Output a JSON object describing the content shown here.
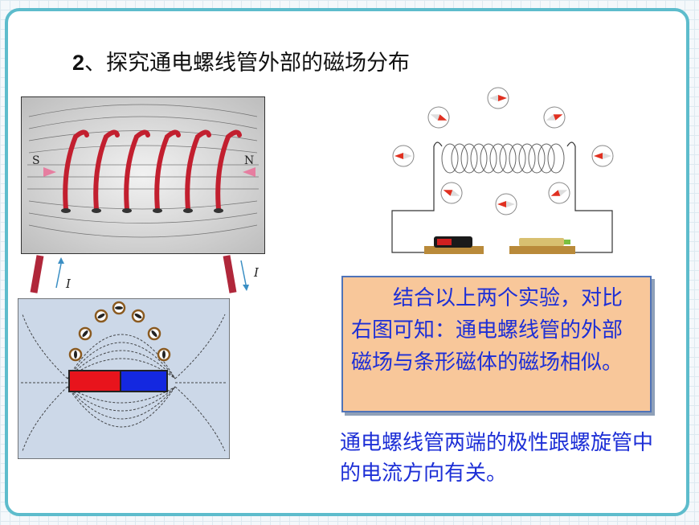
{
  "title": {
    "number": "2",
    "text": "、探究通电螺线管外部的磁场分布"
  },
  "coil_photo": {
    "pole_left": "S",
    "pole_right": "N",
    "current_left": "I",
    "current_right": "I"
  },
  "note": {
    "text": "结合以上两个实验，对比右图可知：通电螺线管的外部磁场与条形磁体的磁场相似。"
  },
  "conclusion": {
    "text": "通电螺线管两端的极性跟螺旋管中的电流方向有关。"
  },
  "colors": {
    "frame": "#5dbccc",
    "note_bg": "#f8c79a",
    "text_blue": "#1d2fd6",
    "magnet_red": "#e8141c",
    "magnet_blue": "#1428e0"
  }
}
